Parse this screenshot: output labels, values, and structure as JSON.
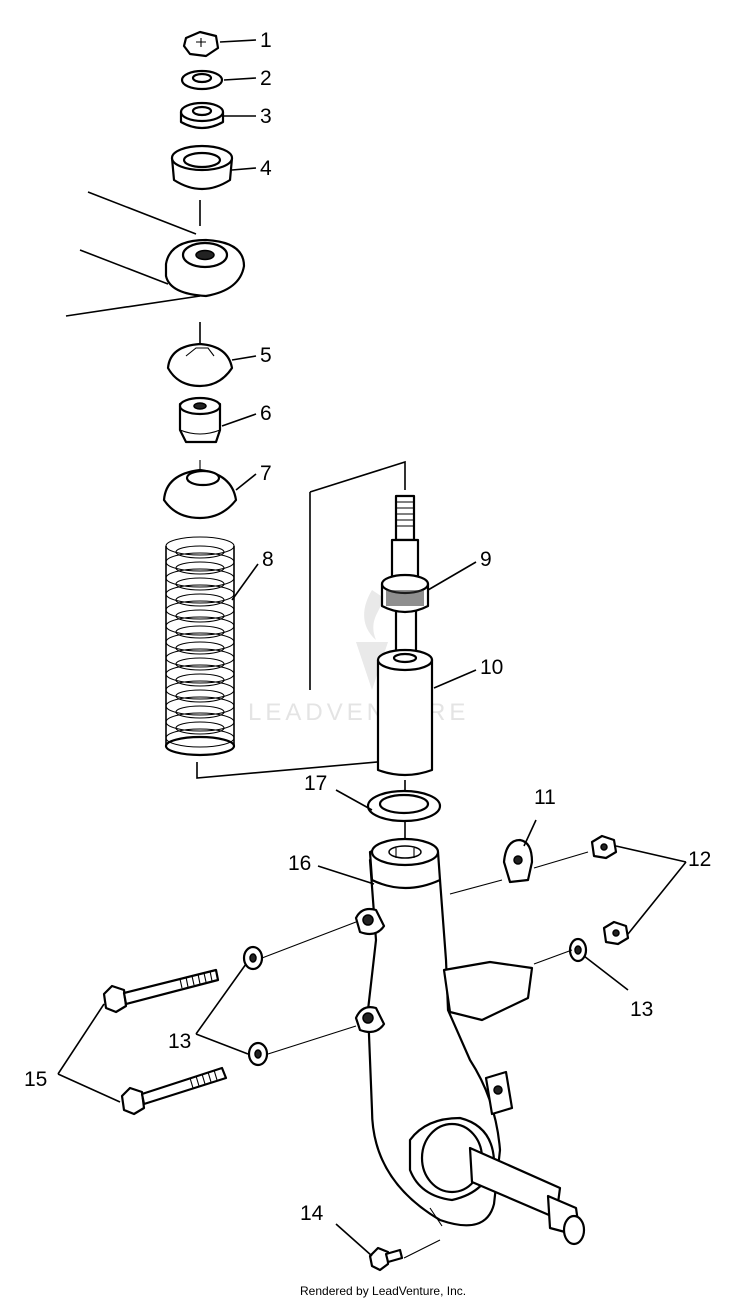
{
  "diagram": {
    "callouts": [
      {
        "id": "1",
        "text": "1"
      },
      {
        "id": "2",
        "text": "2"
      },
      {
        "id": "3",
        "text": "3"
      },
      {
        "id": "4",
        "text": "4"
      },
      {
        "id": "5",
        "text": "5"
      },
      {
        "id": "6",
        "text": "6"
      },
      {
        "id": "7",
        "text": "7"
      },
      {
        "id": "8",
        "text": "8"
      },
      {
        "id": "9",
        "text": "9"
      },
      {
        "id": "10",
        "text": "10"
      },
      {
        "id": "11",
        "text": "11"
      },
      {
        "id": "12",
        "text": "12"
      },
      {
        "id": "13a",
        "text": "13"
      },
      {
        "id": "13b",
        "text": "13"
      },
      {
        "id": "14",
        "text": "14"
      },
      {
        "id": "15",
        "text": "15"
      },
      {
        "id": "16",
        "text": "16"
      },
      {
        "id": "17",
        "text": "17"
      }
    ],
    "watermark": "LEADVENTURE",
    "footer": "Rendered by LeadVenture, Inc."
  }
}
